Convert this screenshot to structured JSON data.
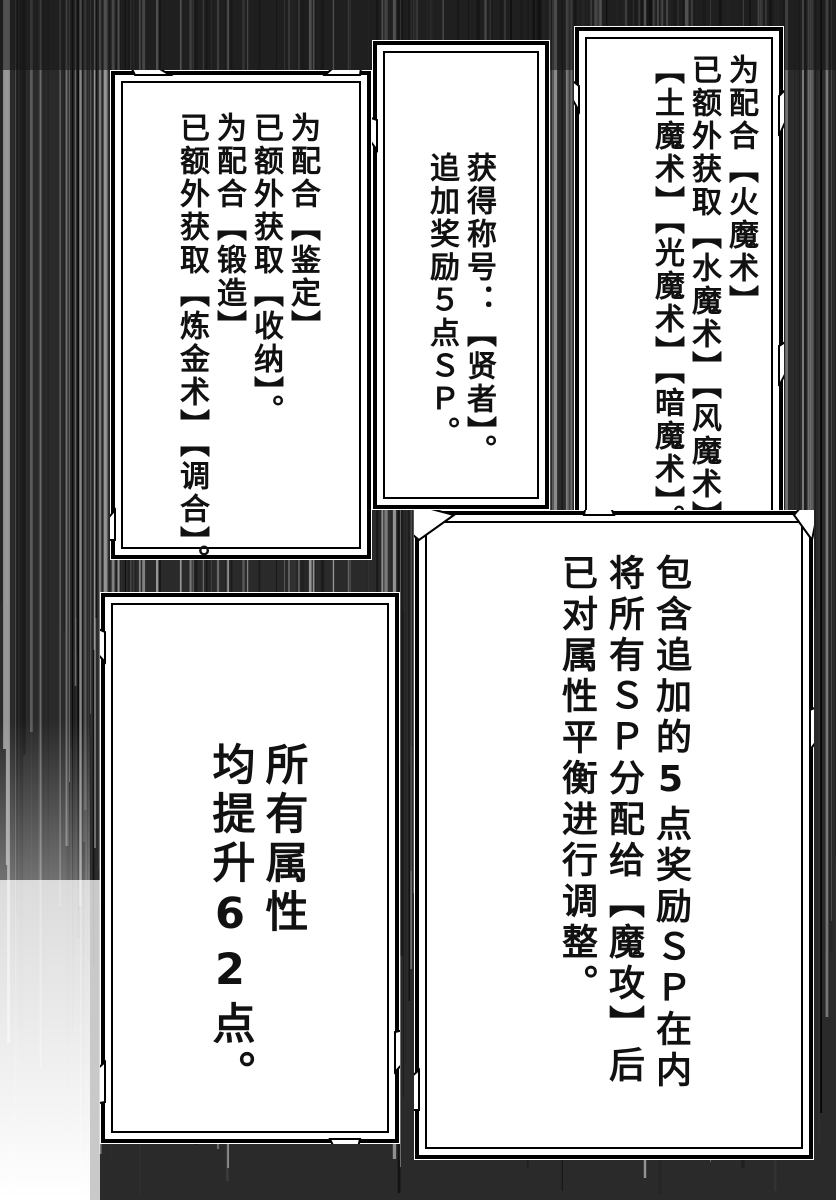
{
  "bubbles": {
    "magic": [
      "为配合【火魔术】",
      "已额外获取【水魔术】【风魔术】",
      "【土魔术】【光魔术】【暗魔术】。"
    ],
    "title": [
      "获得称号：【贤者】。",
      "追加奖励５点ＳＰ。"
    ],
    "skills": [
      "为配合【鉴定】",
      "已额外获取【收纳】。",
      "为配合【锻造】",
      "已额外获取【炼金术】【调合】。"
    ],
    "allocation": [
      "包含追加的5点奖励ＳＰ在内",
      "将所有ＳＰ分配给【魔攻】后",
      "已对属性平衡进行调整。"
    ],
    "stats": [
      "所有属性",
      "均提升62点。"
    ]
  }
}
